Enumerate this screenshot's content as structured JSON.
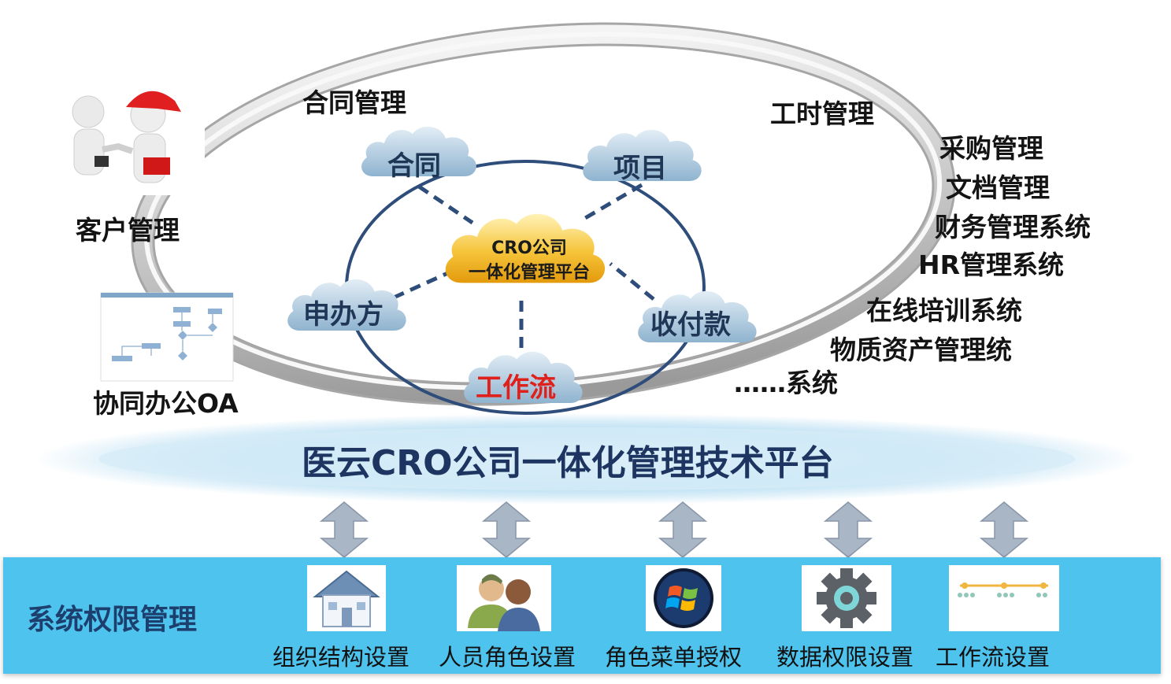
{
  "center_cloud": {
    "line1": "CRO公司",
    "line2": "一体化管理平台"
  },
  "satellite_clouds": [
    {
      "id": "contract",
      "label": "合同"
    },
    {
      "id": "project",
      "label": "项目"
    },
    {
      "id": "sponsor",
      "label": "申办方"
    },
    {
      "id": "payment",
      "label": "收付款"
    },
    {
      "id": "workflow",
      "label": "工作流"
    }
  ],
  "ring_labels": {
    "contract_mgmt": "合同管理",
    "timesheet_mgmt": "工时管理"
  },
  "left_items": {
    "customer_mgmt": "客户管理",
    "oa": "协同办公OA"
  },
  "right_systems": [
    "采购管理",
    "文档管理",
    "财务管理系统",
    "HR管理系统",
    "在线培训系统",
    "物质资产管理统",
    "……系统"
  ],
  "platform": {
    "title": "医云CRO公司一体化管理技术平台"
  },
  "permission_panel": {
    "title": "系统权限管理",
    "items": [
      {
        "label": "组织结构设置",
        "icon": "house-icon"
      },
      {
        "label": "人员角色设置",
        "icon": "users-icon"
      },
      {
        "label": "角色菜单授权",
        "icon": "windows-logo-icon"
      },
      {
        "label": "数据权限设置",
        "icon": "gear-icon"
      },
      {
        "label": "工作流设置",
        "icon": "workflow-timeline-icon"
      }
    ]
  },
  "colors": {
    "panel": "#4ec3ee",
    "workflow_text": "#e0201b",
    "platform_text": "#1d3560",
    "cloud_blue": "#a9c6dd",
    "cloud_gold": "#f2b31a"
  }
}
